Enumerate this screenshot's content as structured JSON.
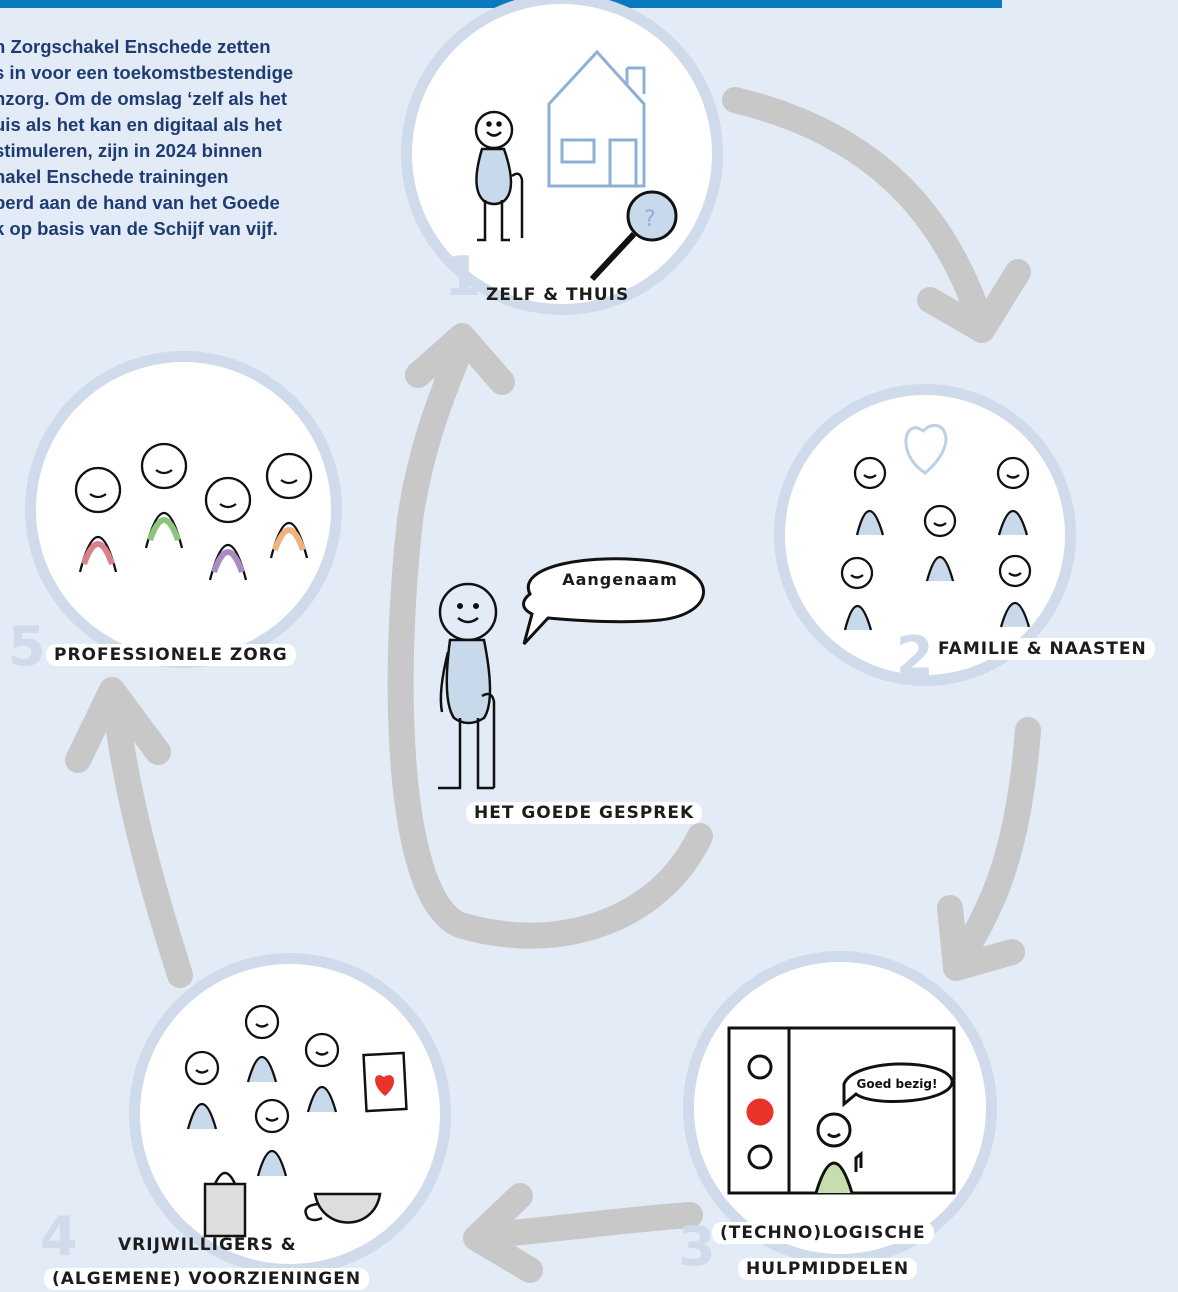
{
  "intro_text": "n Zorgschakel Enschede zetten\ns in voor een toekomstbestendige\nnzorg. Om de omslag ‘zelf als het\nuis als het kan en digitaal als het\n stimuleren, zijn in 2024 binnen\nhakel Enschede trainingen\nberd aan de hand van het Goede\nk op basis van de Schijf van vijf.",
  "colors": {
    "banner": "#0a7ac0",
    "text": "#1e3c72",
    "arrow": "#c8c8c8",
    "ring": "#cfdbea",
    "figure_fill": "#c9d9ec",
    "accent_red": "#e8342a",
    "accent_green": "#c6ddb0"
  },
  "steps": [
    {
      "number": "1",
      "label": "Zelf & thuis"
    },
    {
      "number": "2",
      "label": "Familie & naasten"
    },
    {
      "number": "3",
      "label_line1": "(Techno)logische",
      "label_line2": "hulpmiddelen"
    },
    {
      "number": "4",
      "label_line1": "Vrijwilligers &",
      "label_line2": "(algemene) voorzieningen"
    },
    {
      "number": "5",
      "label": "Professionele zorg"
    }
  ],
  "center": {
    "label": "Het goede gesprek",
    "speech": "Aangenaam"
  },
  "screen_speech": "Goed bezig!",
  "icons": [
    "house-icon",
    "magnifier-icon",
    "heart-icon",
    "playing-card-icon",
    "shopping-bag-icon",
    "teacup-icon",
    "cane-icon"
  ]
}
